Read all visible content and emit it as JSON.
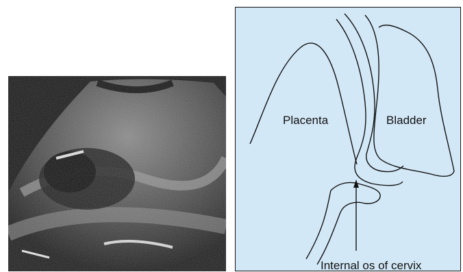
{
  "diagram": {
    "labels": {
      "placenta": "Placenta",
      "bladder": "Bladder",
      "internal_os": "Internal os of cervix"
    },
    "colors": {
      "panel_background": "#d3e8f7",
      "line": "#111111"
    }
  }
}
